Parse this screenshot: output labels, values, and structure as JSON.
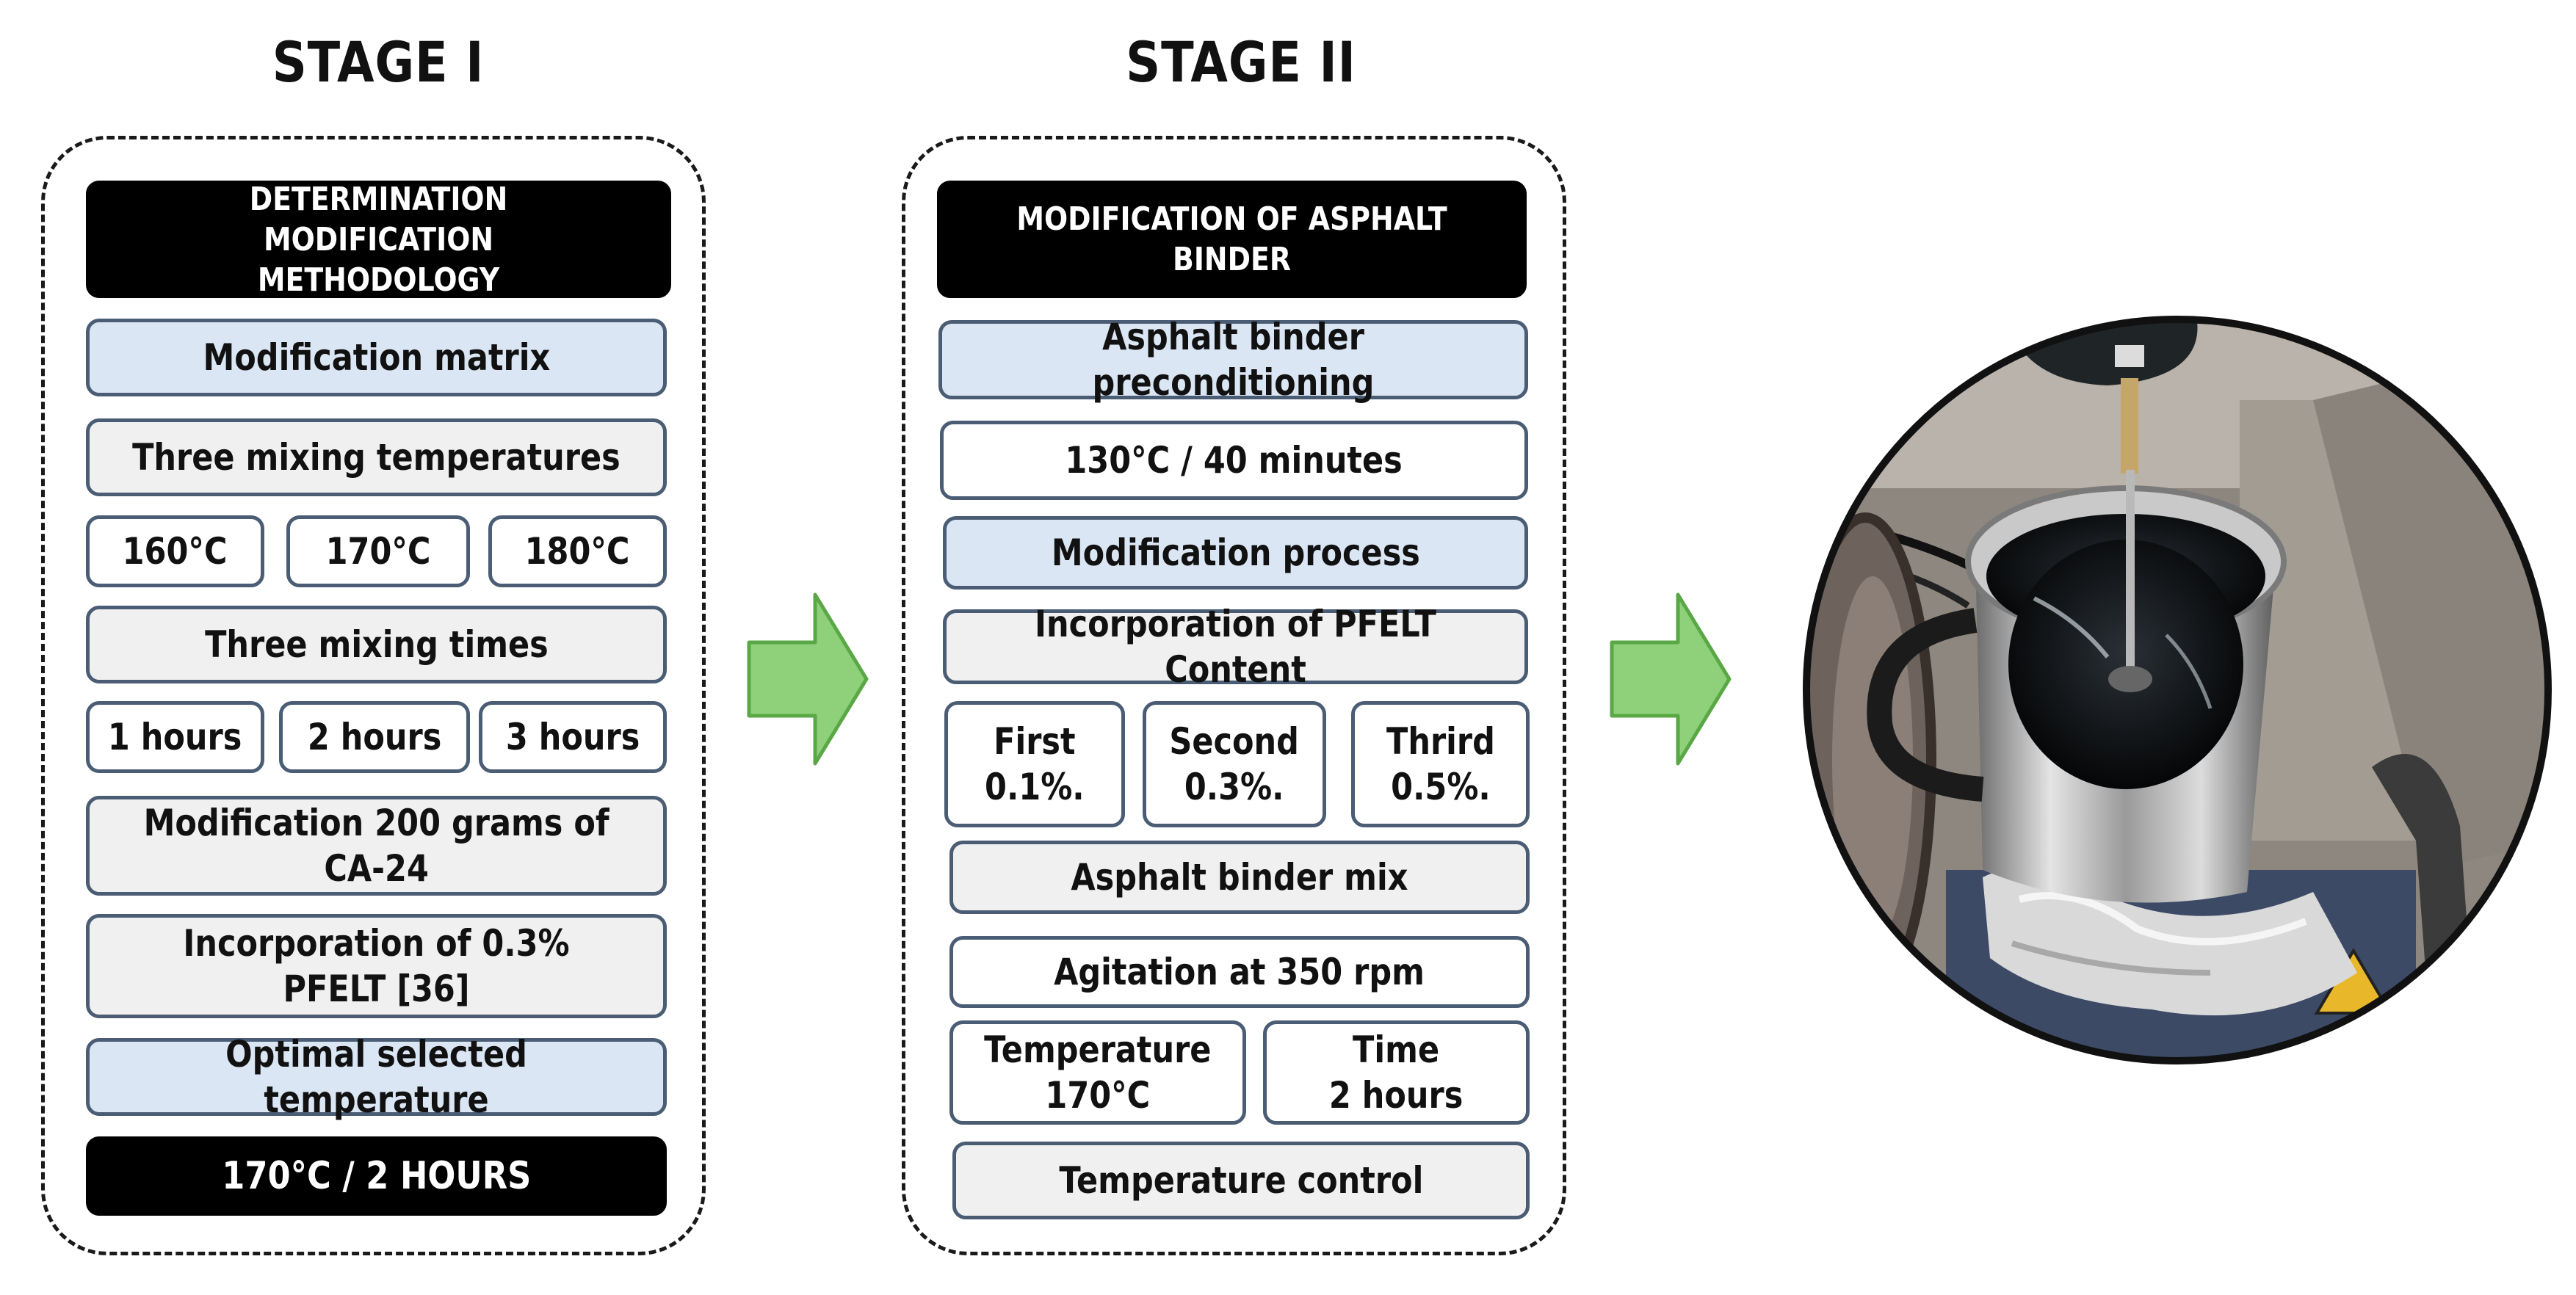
{
  "stage1": {
    "title": "STAGE I",
    "header": "DETERMINATION MODIFICATION\nMETHODOLOGY",
    "matrix": "Modification matrix",
    "temps_title": "Three mixing temperatures",
    "temps": [
      "160°C",
      "170°C",
      "180°C"
    ],
    "times_title": "Three mixing times",
    "times": [
      "1 hours",
      "2 hours",
      "3 hours"
    ],
    "modification": "Modification 200 grams of\nCA-24",
    "incorporation": "Incorporation of 0.3% PFELT [36]",
    "optimal": "Optimal selected temperature",
    "result": "170°C / 2 HOURS"
  },
  "stage2": {
    "title": "STAGE II",
    "header": "MODIFICATION OF ASPHALT BINDER",
    "preconditioning": "Asphalt binder preconditioning",
    "precond_value": "130°C / 40 minutes",
    "process": "Modification process",
    "incorporation": "Incorporation of PFELT Content",
    "contents": [
      "First\n0.1%.",
      "Second\n0.3%.",
      "Thrird\n0.5%."
    ],
    "mix": "Asphalt binder mix",
    "agitation": "Agitation at 350 rpm",
    "temperature": "Temperature\n170°C",
    "time": "Time\n2 hours",
    "control": "Temperature control"
  },
  "colors": {
    "header_bg": "#000000",
    "blue_box": "#dbe6f4",
    "grey_box": "#f0f0f0",
    "border": "#4b5d74",
    "arrow_fill": "#8fd07a",
    "arrow_stroke": "#5aa845"
  },
  "photo": {
    "subject": "asphalt-binder-mixer-photo"
  }
}
